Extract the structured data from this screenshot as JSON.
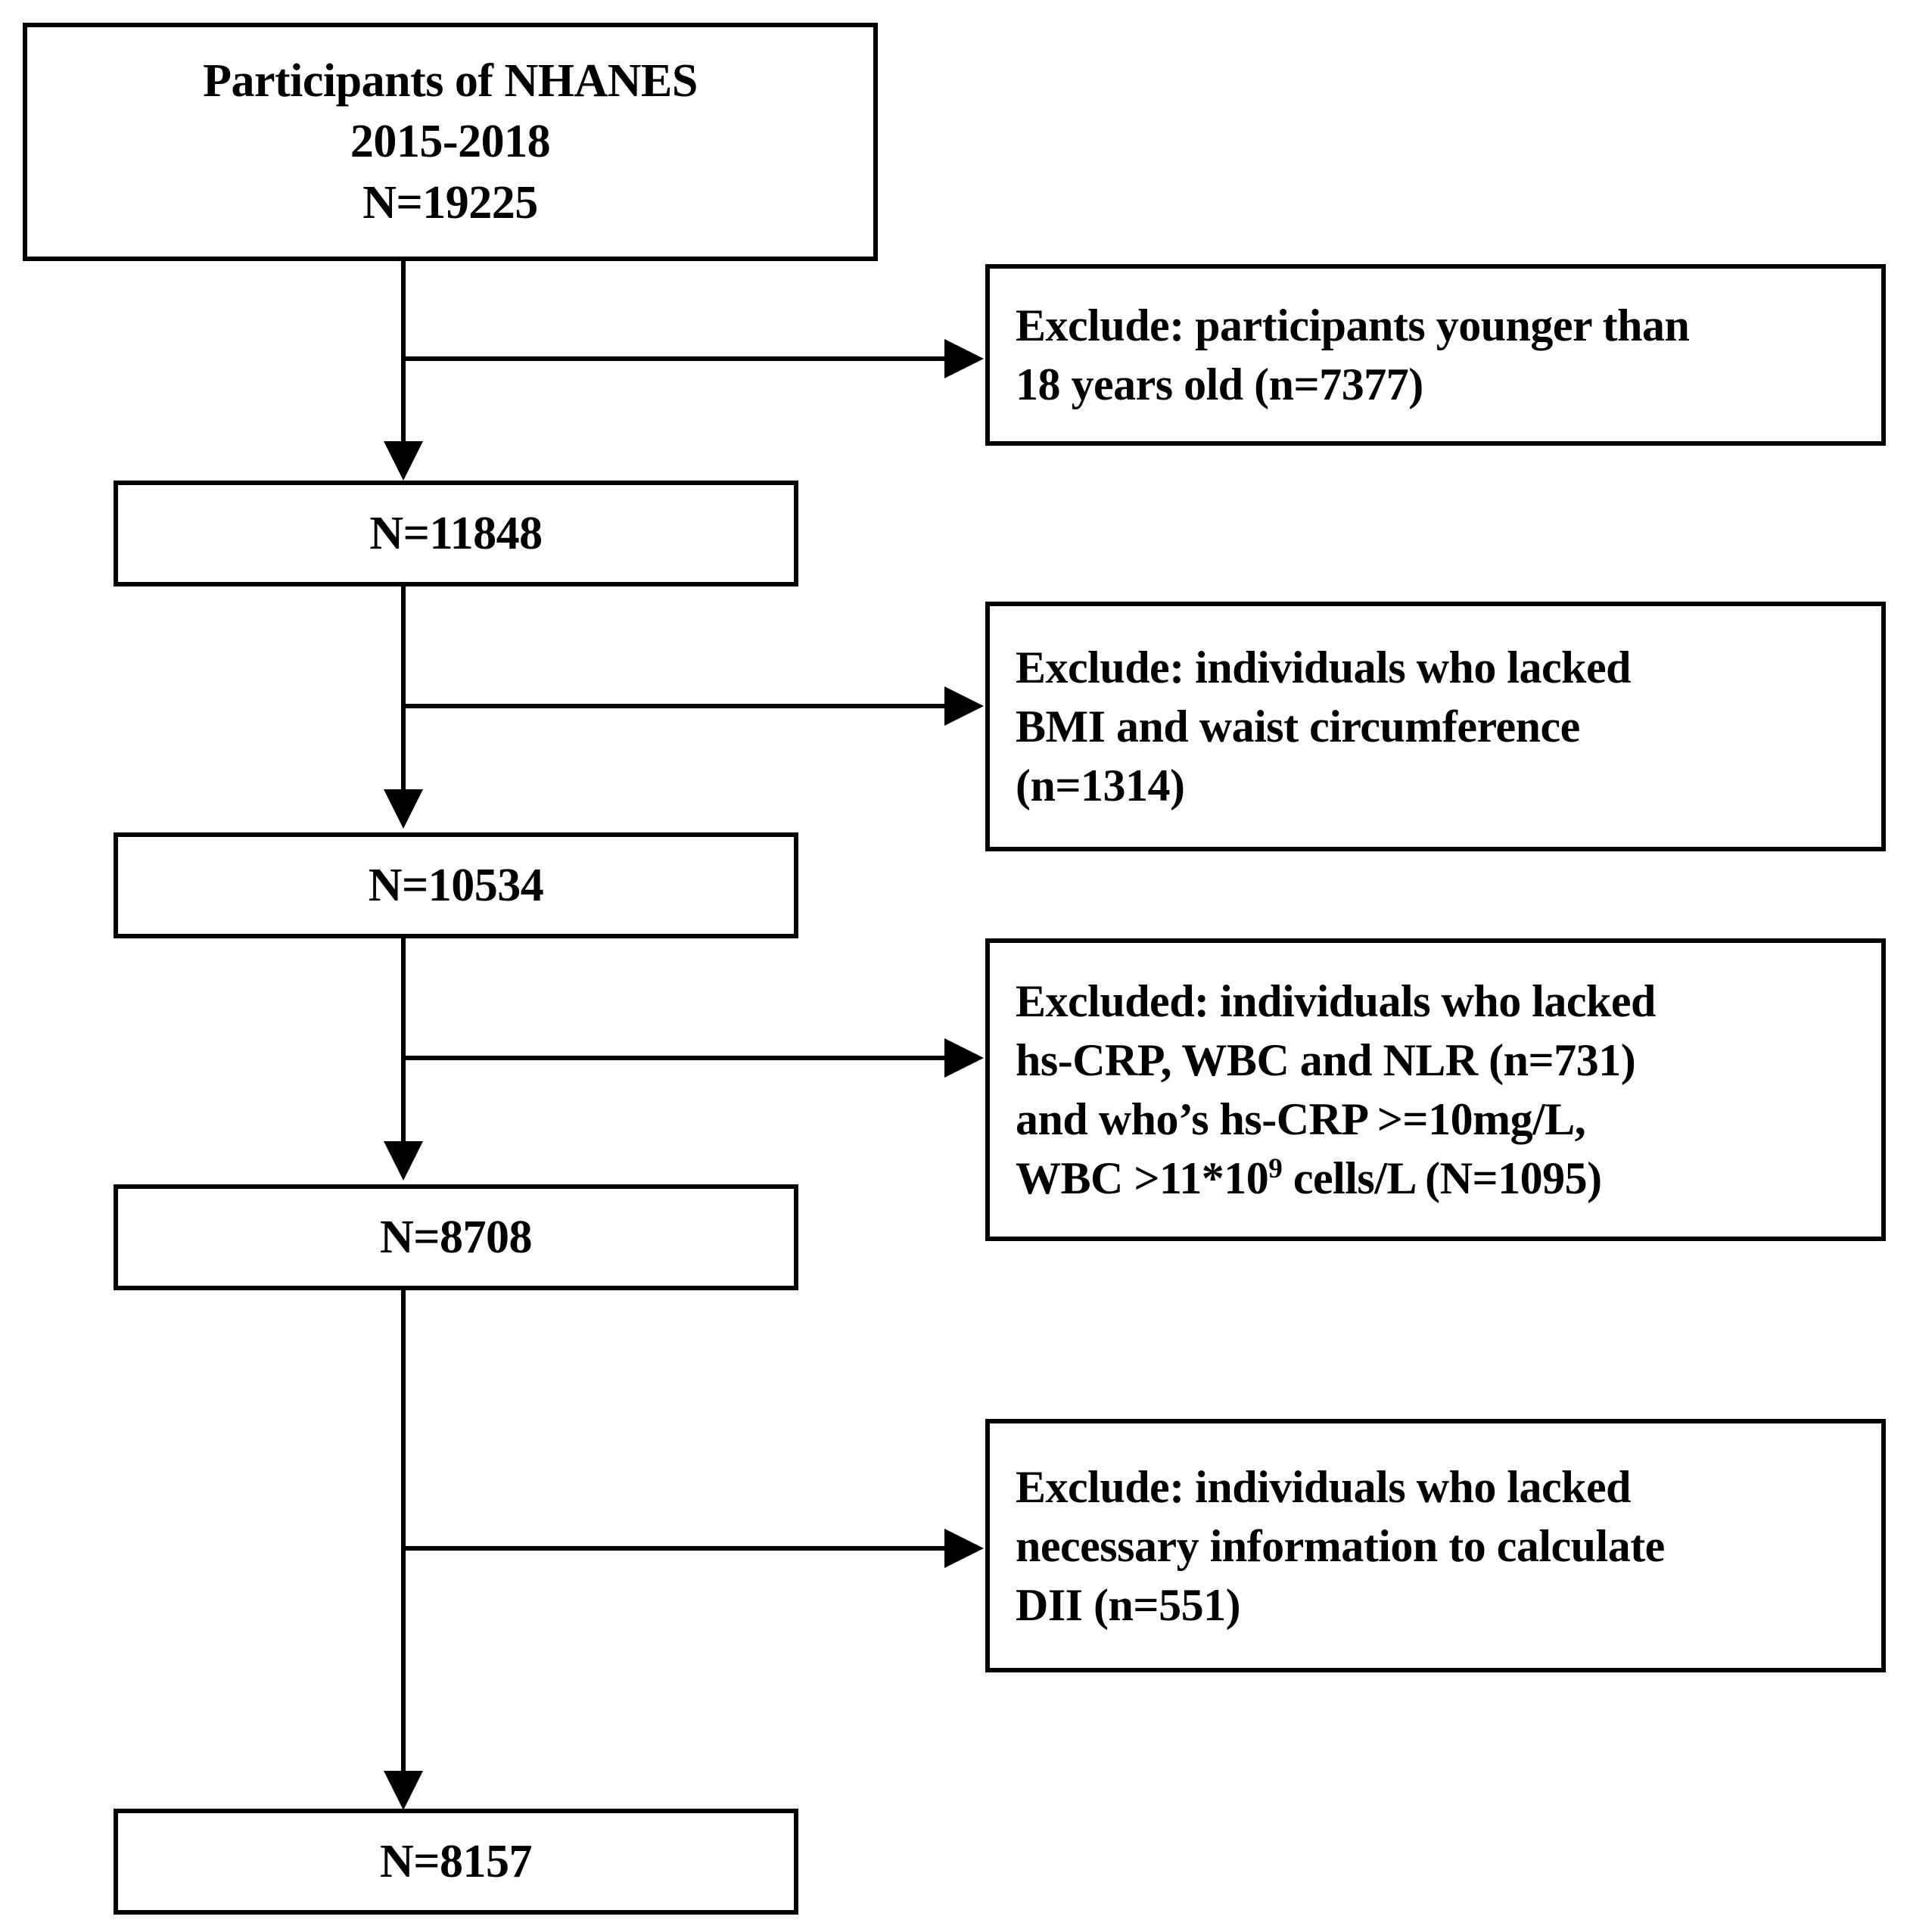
{
  "diagram": {
    "type": "flowchart",
    "title": "NHANES 2015-2018 participant selection flow",
    "accent_color": "#000000",
    "background_color": "#ffffff",
    "nodes": {
      "source": {
        "line1": "Participants of NHANES",
        "line2": "2015-2018",
        "line3": "N=19225"
      },
      "step1": {
        "label": "N=11848"
      },
      "step2": {
        "label": "N=10534"
      },
      "step3": {
        "label": "N=8708"
      },
      "final": {
        "label": "N=8157"
      }
    },
    "exclusions": [
      {
        "id": "exclude-age",
        "lines": [
          "Exclude: participants younger than",
          "18 years old (n=7377)"
        ]
      },
      {
        "id": "exclude-bmi-waist",
        "lines": [
          "Exclude: individuals who lacked",
          "BMI and waist circumference",
          "(n=1314)"
        ]
      },
      {
        "id": "exclude-inflammation",
        "lines": [
          "Excluded: individuals who lacked",
          "hs-CRP, WBC and NLR (n=731)",
          "and who’s hs-CRP >=10mg/L,",
          "WBC >11*10⁹ cells/L (N=1095)"
        ],
        "line4_parts": {
          "before": "WBC >11*10",
          "superscript": "9",
          "after": " cells/L (N=1095)"
        }
      },
      {
        "id": "exclude-dii",
        "lines": [
          "Exclude: individuals who lacked",
          "necessary information to calculate",
          "DII (n=551)"
        ]
      }
    ]
  }
}
